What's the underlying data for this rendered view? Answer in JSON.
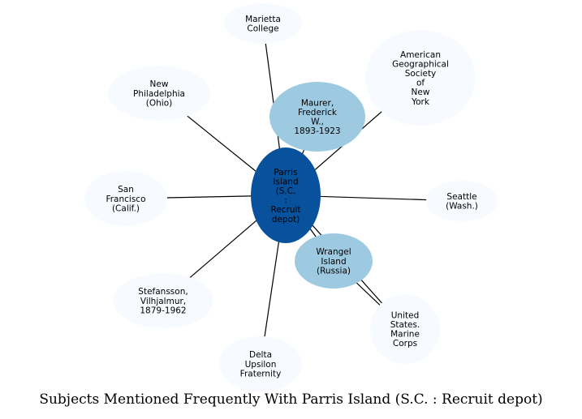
{
  "title": "Subjects Mentioned Frequently With Parris Island (S.C. : Recruit depot)",
  "colors": {
    "center": "#08519c",
    "strong": "#9ecae1",
    "weak": "#f7fbff",
    "edge": "#000000"
  },
  "nodes": [
    {
      "id": "center",
      "lines": [
        "Parris",
        "Island",
        "(S.C.",
        ":",
        "Recruit",
        "depot)"
      ],
      "tier": "center"
    },
    {
      "id": "maurer",
      "lines": [
        "Maurer,",
        "Frederick",
        "W.,",
        "1893-1923"
      ],
      "tier": "strong"
    },
    {
      "id": "wrangel",
      "lines": [
        "Wrangel",
        "Island",
        "(Russia)"
      ],
      "tier": "strong"
    },
    {
      "id": "marietta",
      "lines": [
        "Marietta",
        "College"
      ],
      "tier": "weak"
    },
    {
      "id": "ags",
      "lines": [
        "American",
        "Geographical",
        "Society",
        "of",
        "New",
        "York"
      ],
      "tier": "weak"
    },
    {
      "id": "newphil",
      "lines": [
        "New",
        "Philadelphia",
        "(Ohio)"
      ],
      "tier": "weak"
    },
    {
      "id": "sanfran",
      "lines": [
        "San",
        "Francisco",
        "(Calif.)"
      ],
      "tier": "weak"
    },
    {
      "id": "seattle",
      "lines": [
        "Seattle",
        "(Wash.)"
      ],
      "tier": "weak"
    },
    {
      "id": "stefansson",
      "lines": [
        "Stefansson,",
        "Vilhjalmur,",
        "1879-1962"
      ],
      "tier": "weak"
    },
    {
      "id": "delta",
      "lines": [
        "Delta",
        "Upsilon",
        "Fraternity"
      ],
      "tier": "weak"
    },
    {
      "id": "usmc",
      "lines": [
        "United",
        "States.",
        "Marine",
        "Corps"
      ],
      "tier": "weak"
    }
  ],
  "edges": [
    {
      "from": "center",
      "to": "marietta"
    },
    {
      "from": "center",
      "to": "maurer"
    },
    {
      "from": "center",
      "to": "ags"
    },
    {
      "from": "center",
      "to": "newphil"
    },
    {
      "from": "center",
      "to": "sanfran"
    },
    {
      "from": "center",
      "to": "seattle"
    },
    {
      "from": "center",
      "to": "stefansson"
    },
    {
      "from": "center",
      "to": "delta"
    },
    {
      "from": "center",
      "to": "wrangel"
    },
    {
      "from": "center",
      "to": "usmc"
    },
    {
      "from": "wrangel",
      "to": "usmc"
    }
  ]
}
